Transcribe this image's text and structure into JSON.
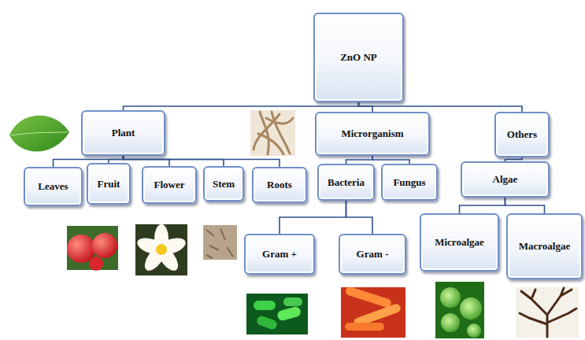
{
  "diagram": {
    "nodes": [
      {
        "text": [
          "ZnO NP"
        ]
      },
      {
        "text": [
          "Plant"
        ]
      },
      {
        "text": [
          "Microrganism"
        ]
      },
      {
        "text": [
          "Others"
        ]
      },
      {
        "text": [
          "Leaves"
        ]
      },
      {
        "text": [
          "Fruit"
        ]
      },
      {
        "text": [
          "Flower"
        ]
      },
      {
        "text": [
          "Stem"
        ]
      },
      {
        "text": [
          "Roots"
        ]
      },
      {
        "text": [
          "Bacteria"
        ]
      },
      {
        "text": [
          "Fungus"
        ]
      },
      {
        "text": [
          "Algae"
        ]
      },
      {
        "text": [
          "Gram +"
        ]
      },
      {
        "text": [
          "Gram -"
        ]
      },
      {
        "text": [
          "Microalgae"
        ]
      },
      {
        "text": [
          "Macroalgae"
        ]
      }
    ],
    "edges": [
      {
        "from": 0,
        "to": 1,
        "arrow": "none"
      },
      {
        "from": 0,
        "to": 2,
        "arrow": "none"
      },
      {
        "from": 0,
        "to": 3,
        "arrow": "none"
      },
      {
        "from": 1,
        "to": 4,
        "arrow": "none"
      },
      {
        "from": 1,
        "to": 5,
        "arrow": "none"
      },
      {
        "from": 1,
        "to": 6,
        "arrow": "none"
      },
      {
        "from": 1,
        "to": 7,
        "arrow": "none"
      },
      {
        "from": 1,
        "to": 8,
        "arrow": "none"
      },
      {
        "from": 2,
        "to": 9,
        "arrow": "none"
      },
      {
        "from": 2,
        "to": 10,
        "arrow": "none"
      },
      {
        "from": 3,
        "to": 11,
        "arrow": "none"
      },
      {
        "from": 9,
        "to": 12,
        "arrow": "none"
      },
      {
        "from": 9,
        "to": 13,
        "arrow": "none"
      },
      {
        "from": 11,
        "to": 14,
        "arrow": "none"
      },
      {
        "from": 11,
        "to": 15,
        "arrow": "none"
      }
    ]
  }
}
